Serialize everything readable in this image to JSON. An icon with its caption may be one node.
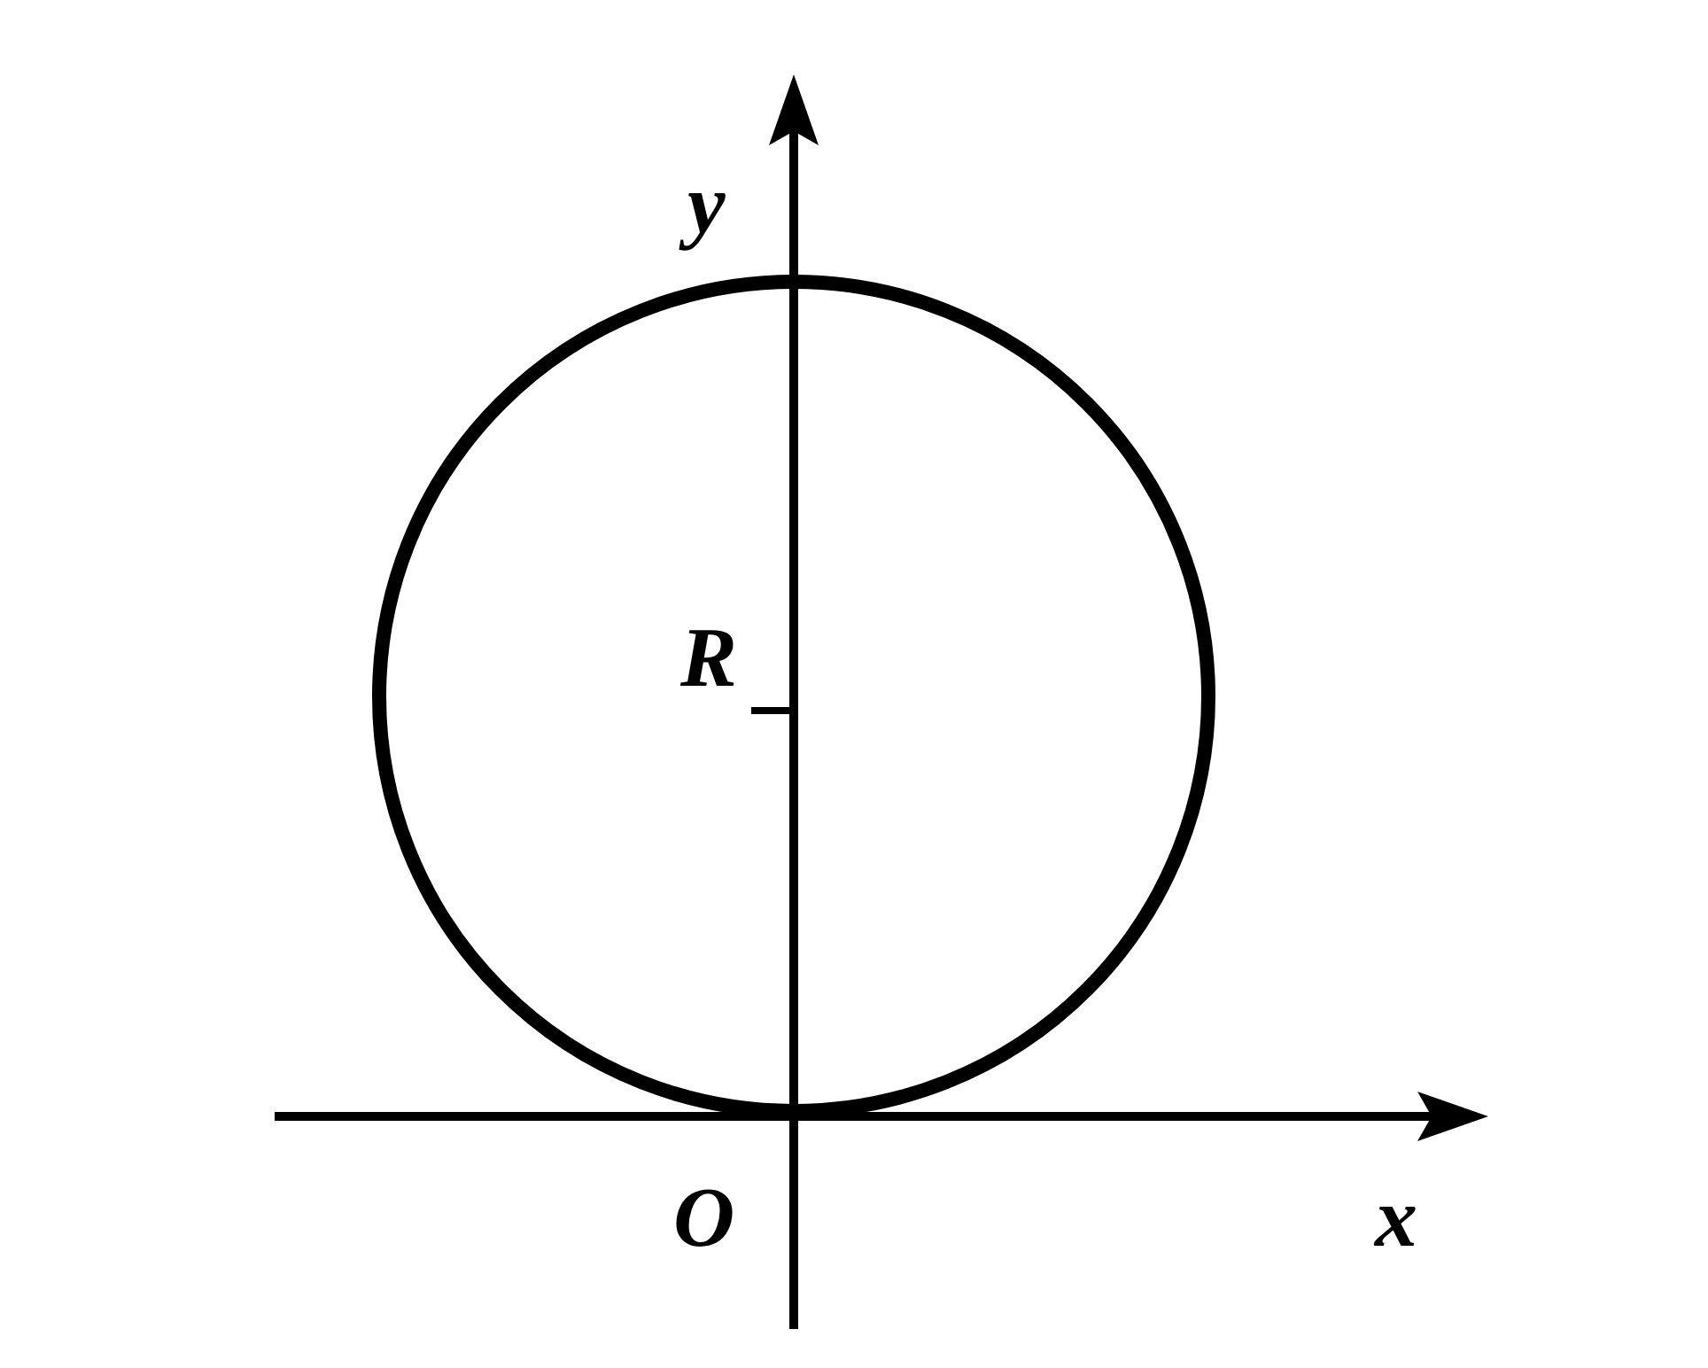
{
  "diagram": {
    "labels": [
      "y",
      "R",
      "O",
      "x"
    ]
  }
}
